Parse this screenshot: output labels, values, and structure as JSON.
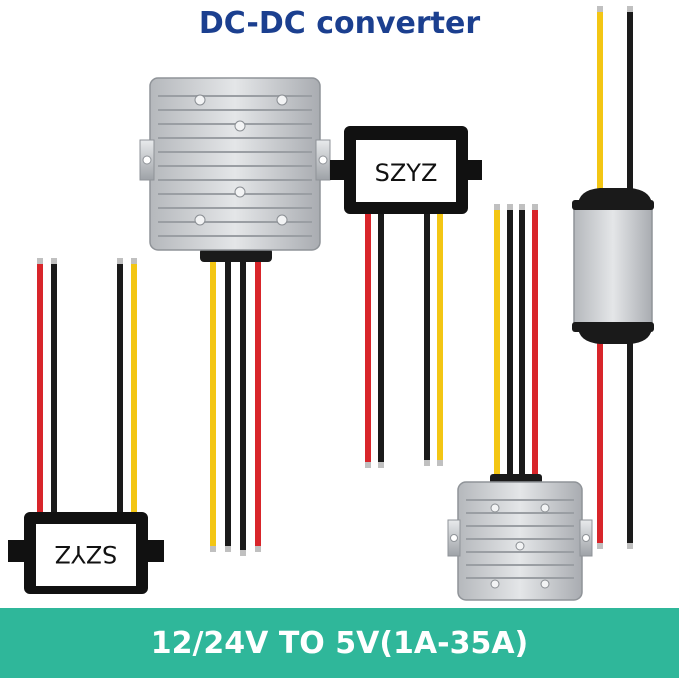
{
  "title": "DC-DC converter",
  "footer": "12/24V TO 5V(1A-35A)",
  "brand_label": "SZYZ",
  "colors": {
    "title": "#1b3f8f",
    "footer_bg": "#2fb79a",
    "footer_text": "#ffffff",
    "wire_red": "#d8252a",
    "wire_black": "#1a1a1a",
    "wire_yellow": "#f3c614",
    "housing_silver": "#c9ccd0",
    "module_black": "#111111"
  }
}
